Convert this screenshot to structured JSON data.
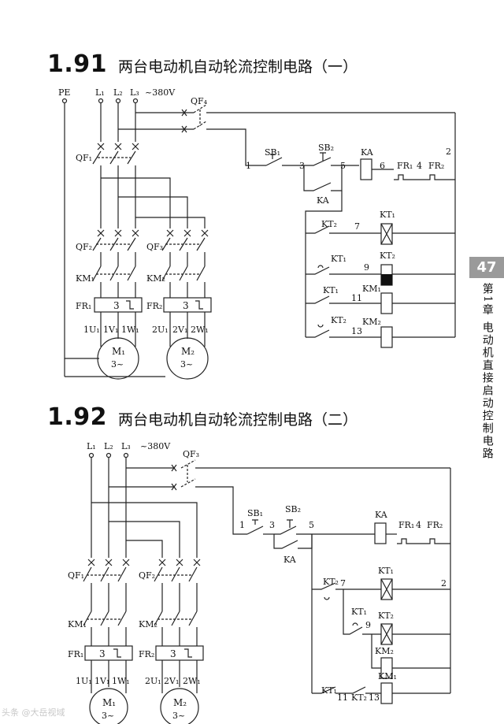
{
  "sections": [
    {
      "number": "1.91",
      "title": "两台电动机自动轮流控制电路（一）"
    },
    {
      "number": "1.92",
      "title": "两台电动机自动轮流控制电路（二）"
    }
  ],
  "side_tab": {
    "page": "47",
    "chapter": "第1章 电动机直接启动控制电路"
  },
  "watermark": "头条 @大岳视域",
  "circuit1": {
    "labels": {
      "pe": "PE",
      "l1": "L₁",
      "l2": "L₂",
      "l3": "L₃",
      "voltage": "~380V",
      "qf4": "QF₄",
      "qf1": "QF₁",
      "qf2": "QF₂",
      "qf3": "QF₃",
      "km1": "KM₁",
      "km2": "KM₂",
      "fr1": "FR₁",
      "fr2": "FR₂",
      "ol_num": "3",
      "u1": "1U₁",
      "v1": "1V₁",
      "w1": "1W₁",
      "u2": "2U₁",
      "v2": "2V₁",
      "w2": "2W₁",
      "m1": "M₁",
      "m2": "M₂",
      "m_phase": "3~",
      "sb1": "SB₁",
      "sb2": "SB₂",
      "ka": "KA",
      "ka_contact": "KA",
      "kt1": "KT₁",
      "kt2": "KT₂",
      "km1c": "KM₁",
      "km2c": "KM₂",
      "fr1c": "FR₁",
      "fr2c": "FR₂",
      "kt2_c": "KT₂",
      "kt1_c": "KT₁",
      "kt1_c2": "KT₁",
      "kt2_c2": "KT₂",
      "n1": "1",
      "n2": "2",
      "n3": "3",
      "n4": "4",
      "n5": "5",
      "n6": "6",
      "n7": "7",
      "n9": "9",
      "n11": "11",
      "n13": "13"
    }
  },
  "circuit2": {
    "labels": {
      "l1": "L₁",
      "l2": "L₂",
      "l3": "L₃",
      "voltage": "~380V",
      "qf3": "QF₃",
      "qf1": "QF₁",
      "qf2": "QF₂",
      "km1": "KM₁",
      "km2": "KM₂",
      "fr1": "FR₁",
      "fr2": "FR₂",
      "ol_num": "3",
      "u1": "1U₁",
      "v1": "1V₁",
      "w1": "1W₁",
      "u2": "2U₁",
      "v2": "2V₁",
      "w2": "2W₁",
      "m1": "M₁",
      "m2": "M₂",
      "m_phase": "3~",
      "sb1": "SB₁",
      "sb2": "SB₂",
      "ka": "KA",
      "ka_contact": "KA",
      "kt1": "KT₁",
      "kt2": "KT₂",
      "km2c": "KM₂",
      "km1c": "KM₁",
      "fr1c": "FR₁",
      "fr2c": "FR₂",
      "kt2_c": "KT₂",
      "kt1_c": "KT₁",
      "kt1_c2": "KT₁",
      "kt2_c2": "KT₂",
      "n1": "1",
      "n2": "2",
      "n3": "3",
      "n4": "4",
      "n5": "5",
      "n7": "7",
      "n9": "9",
      "n11": "11",
      "n13": "13"
    }
  }
}
